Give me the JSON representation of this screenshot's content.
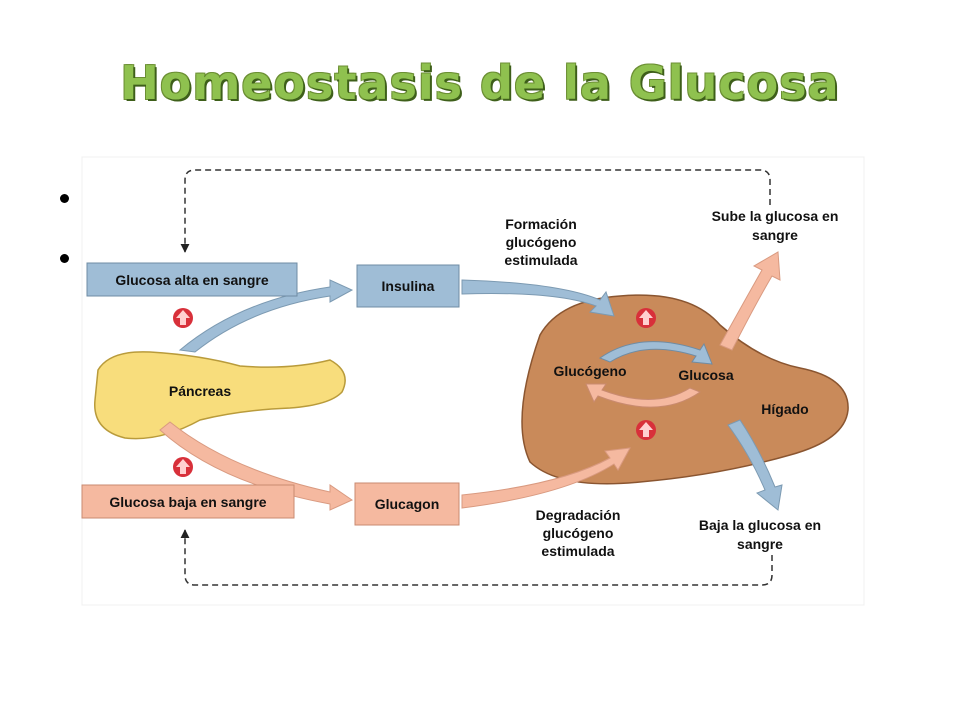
{
  "title": "Homeostasis de la Glucosa",
  "diagram": {
    "high_glucose": "Glucosa alta en sangre",
    "low_glucose": "Glucosa baja en sangre",
    "insulin": "Insulina",
    "glucagon": "Glucagon",
    "pancreas": "Páncreas",
    "glycogen": "Glucógeno",
    "glucose": "Glucosa",
    "liver": "Hígado",
    "glycogen_formation": [
      "Formación",
      "glucógeno",
      "estimulada"
    ],
    "glycogen_breakdown": [
      "Degradación",
      "glucógeno",
      "estimulada"
    ],
    "raises_glucose": [
      "Sube la glucosa en",
      "sangre"
    ],
    "lowers_glucose": [
      "Baja la glucosa en",
      "sangre"
    ]
  },
  "colors": {
    "title": "#8fc14f",
    "blue_box": "#9fbdd6",
    "pink_box": "#f5b9a0",
    "liver": "#c98a5a",
    "pancreas": "#f8dd7c"
  }
}
